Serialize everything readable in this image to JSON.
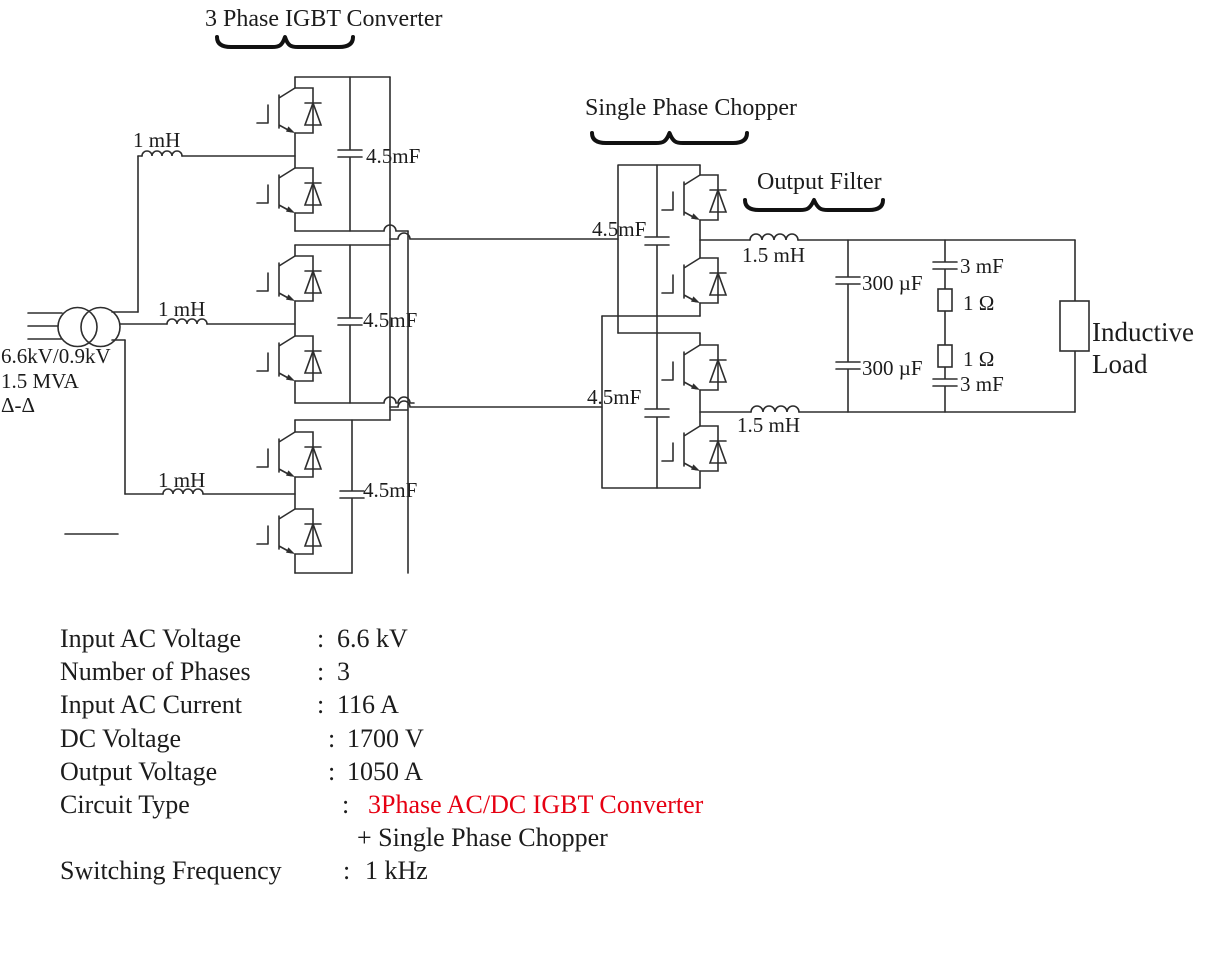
{
  "colors": {
    "wire": "#2e2e2e",
    "text": "#1c1c1c",
    "highlight_red": "#e60012",
    "background": "#ffffff"
  },
  "diagram": {
    "section_titles": {
      "converter": "3 Phase IGBT Converter",
      "chopper": "Single Phase Chopper",
      "output_filter": "Output Filter"
    },
    "transformer": {
      "voltage_ratio": "6.6kV/0.9kV",
      "power_rating": "1.5 MVA",
      "winding_config": "Δ-Δ"
    },
    "components": {
      "input_inductor": "1 mH",
      "dc_link_capacitor": "4.5mF",
      "output_inductor": "1.5 mH",
      "filter_capacitor": "300 µF",
      "snubber_capacitor": "3 mF",
      "snubber_resistor": "1 Ω",
      "load_label_line1": "Inductive",
      "load_label_line2": "Load"
    }
  },
  "specs": {
    "rows": [
      {
        "label": "Input AC Voltage",
        "colon": ":",
        "value": "6.6 kV"
      },
      {
        "label": "Number of Phases",
        "colon": ":",
        "value": "3"
      },
      {
        "label": "Input AC Current",
        "colon": ":",
        "value": "116 A"
      },
      {
        "label": "DC Voltage",
        "colon": ":",
        "value": "1700 V"
      },
      {
        "label": "Output Voltage",
        "colon": ":",
        "value": "1050 A"
      },
      {
        "label": "Circuit Type",
        "colon": ":",
        "value": "3Phase AC/DC IGBT Converter"
      },
      {
        "label": "",
        "colon": "",
        "value": "+ Single Phase Chopper"
      },
      {
        "label": "Switching Frequency",
        "colon": ":",
        "value": "1 kHz"
      }
    ]
  }
}
